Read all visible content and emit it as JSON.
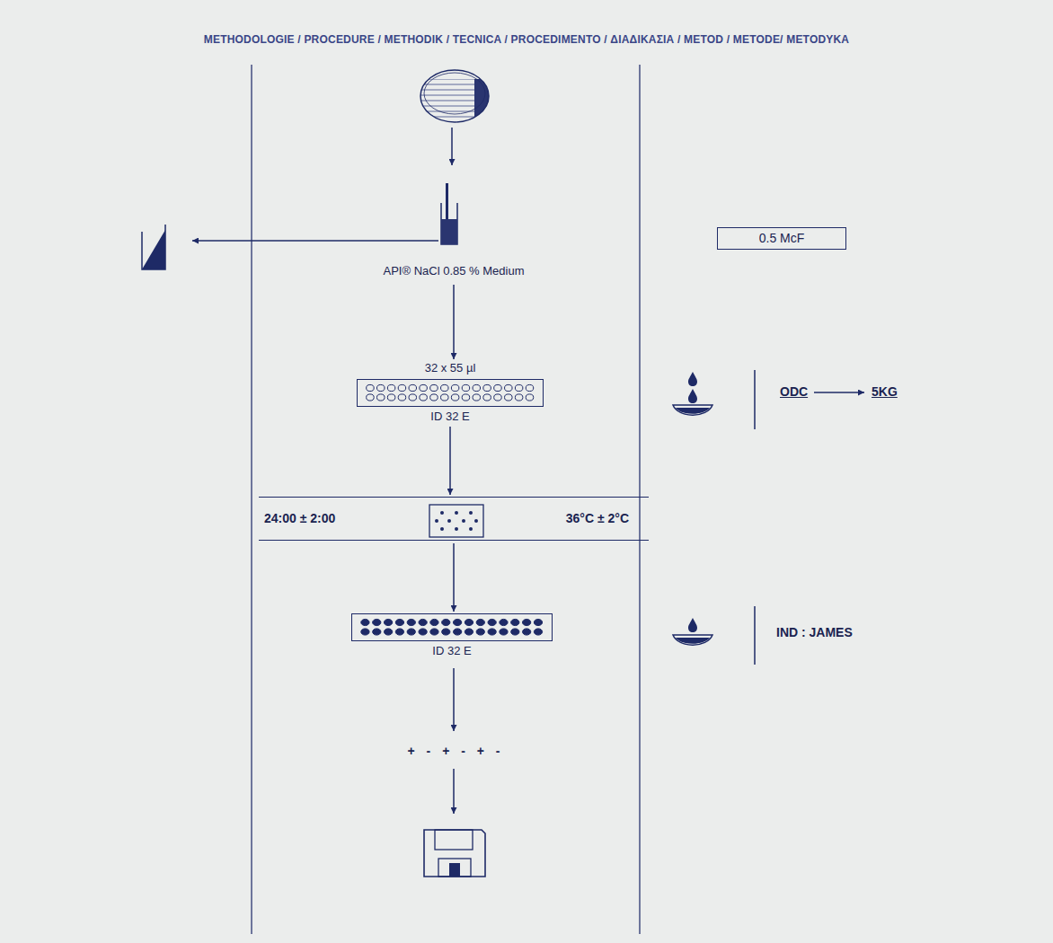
{
  "diagram": {
    "title": "METHODOLOGIE / PROCEDURE / METHODIK / TECNICA / PROCEDIMENTO / ΔΙΑΔΙΚΑΣΙΑ / METOD / METODE/ METODYKA",
    "nodes": [
      {
        "text": [
          "API® NaCl 0.85 % Medium"
        ]
      },
      {
        "text": [
          "0.5 McF"
        ]
      },
      {
        "text": [
          "32 x 55 µl",
          "ID 32 E"
        ]
      },
      {
        "text": [
          "24:00 ± 2:00",
          "36°C ± 2°C"
        ]
      },
      {
        "text": [
          "ID 32 E"
        ]
      }
    ],
    "edges": [
      {
        "from": 0,
        "to": 2,
        "arrow": "to"
      },
      {
        "from": 2,
        "to": 3,
        "arrow": "to"
      },
      {
        "from": 3,
        "to": 4,
        "arrow": "to"
      }
    ],
    "labels": [
      "ODC",
      "5KG",
      "IND : JAMES",
      "+ - + - + -"
    ]
  }
}
